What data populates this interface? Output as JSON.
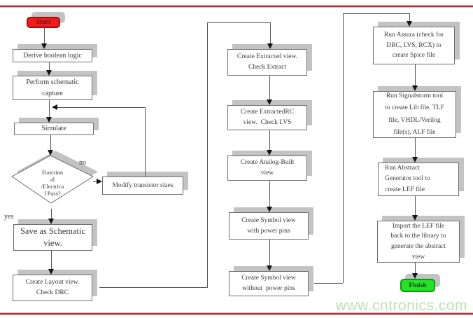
{
  "meta": {
    "watermark": "www.cntronics.com"
  },
  "colors": {
    "start_fill": "#ee1b1f",
    "finish_fill": "#25e325",
    "rule_red": "#b23038",
    "watermark_green": "#b9e2b3",
    "box_shadow": "#c3c3c3",
    "box_border": "#6f6f6f",
    "connector": "#555555"
  },
  "nodes": {
    "start": "Start",
    "derive_boolean_logic": "Derive boolean logic",
    "schematic_capture": "Perform schematic\ncapture",
    "simulate": "Simulate",
    "decision": "Function\nal\n/Electrica\nl Pass?",
    "decision_no": "no",
    "decision_yes": "yes",
    "modify_transistor": "Modify transistor sizes",
    "save_schematic": "Save as Schematic\nview.",
    "create_layout": "Create Layout view.\nCheck DRC",
    "create_extracted": "Create Extracted view.\nCheck Extract",
    "create_extractedrc": "Create ExtractedRC\nview.  Check LVS",
    "create_analog_built": "Create Analog-Built\nview",
    "symbol_with_pins": "Create Symbol view\nwith power pins",
    "symbol_without_pins": "Create Symbol view\nwithout  power pins",
    "run_assura": "Run Assura (check for\nDRC, LVS, RCX) to\ncreate Spice file",
    "run_signalstorm": "Run Signalstorm tool\nto create Lib file, TLF\nfile, VHDL/Verilog\nfile(s), ALF file",
    "run_abstract": "Run Abstract\nGenerator tool to\ncreate LEF file",
    "import_lef": "Import the LEF file\nback to the library to\ngenerate the abstract\nview",
    "finish": "Finish"
  }
}
